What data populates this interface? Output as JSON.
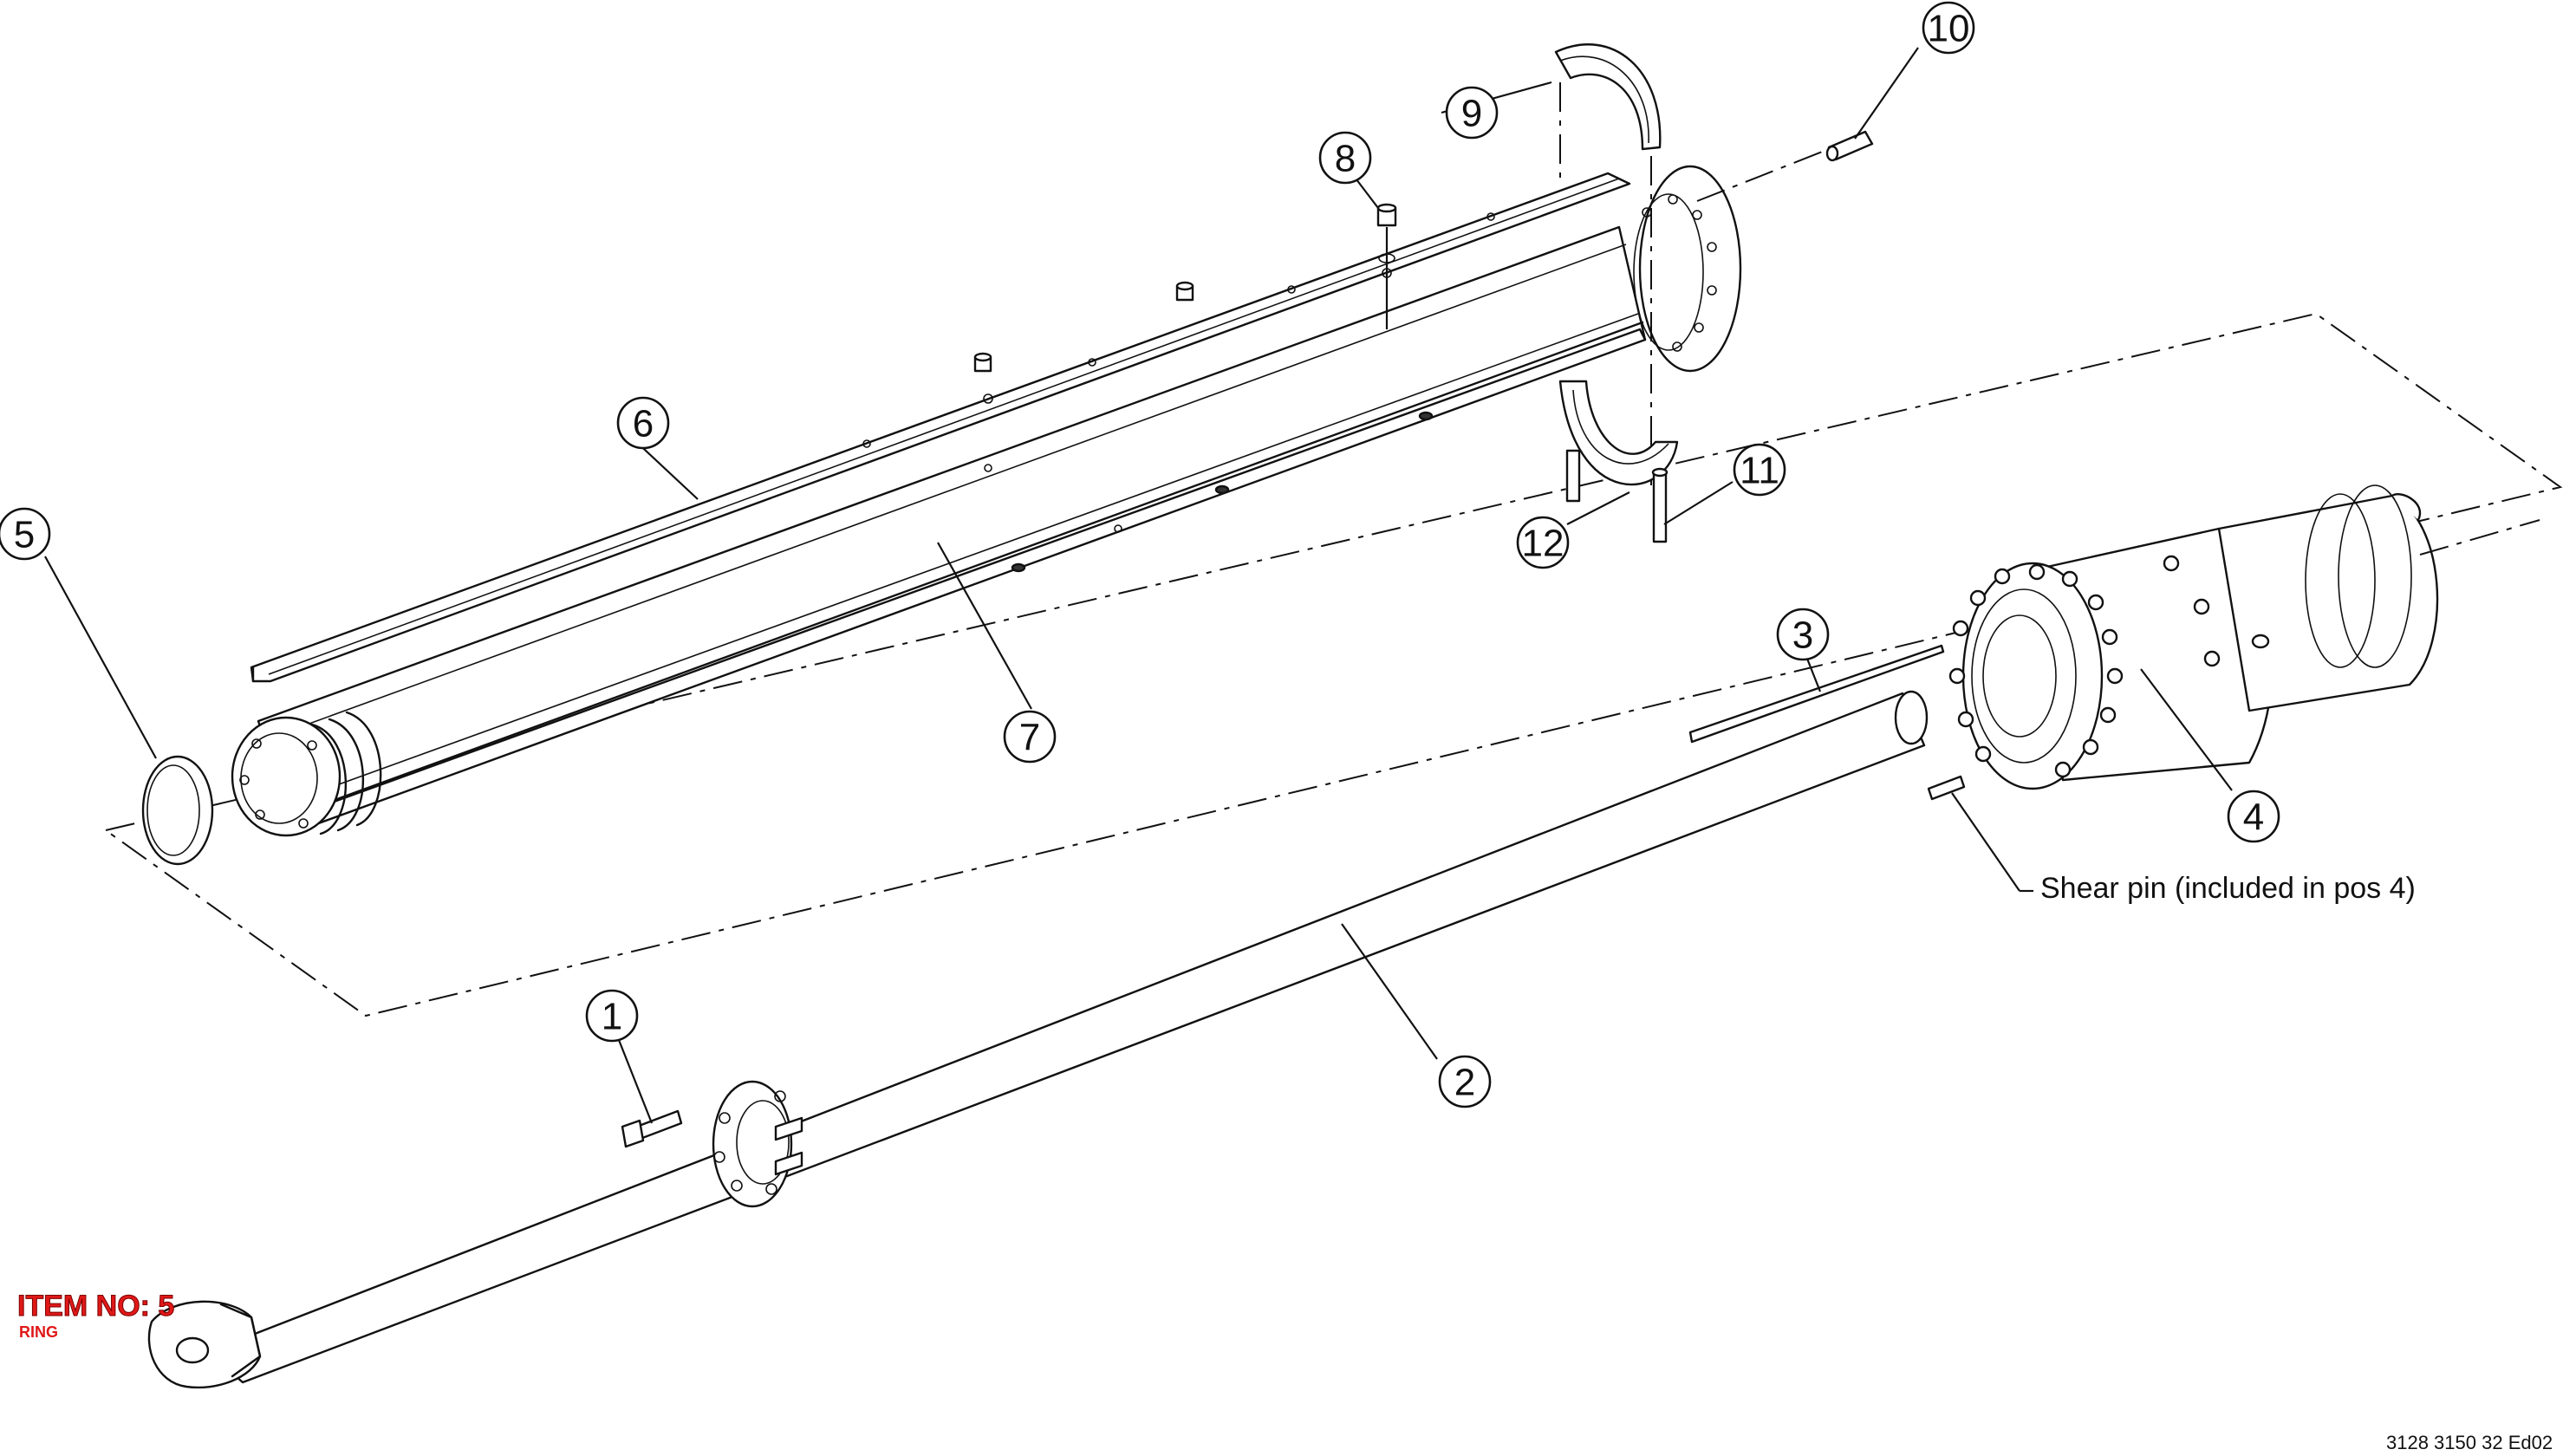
{
  "diagram": {
    "callouts": [
      {
        "number": "1"
      },
      {
        "number": "2"
      },
      {
        "number": "3"
      },
      {
        "number": "4"
      },
      {
        "number": "5"
      },
      {
        "number": "6"
      },
      {
        "number": "7"
      },
      {
        "number": "8"
      },
      {
        "number": "9"
      },
      {
        "number": "10"
      },
      {
        "number": "11"
      },
      {
        "number": "12"
      }
    ],
    "shear_pin_note": "Shear pin (included in pos 4)",
    "document_id": "3128 3150 32 Ed02",
    "item_label": "ITEM NO: 5",
    "item_name": "RING",
    "colors": {
      "line": "#111111",
      "item_label": "#e01818",
      "background": "#ffffff"
    }
  }
}
